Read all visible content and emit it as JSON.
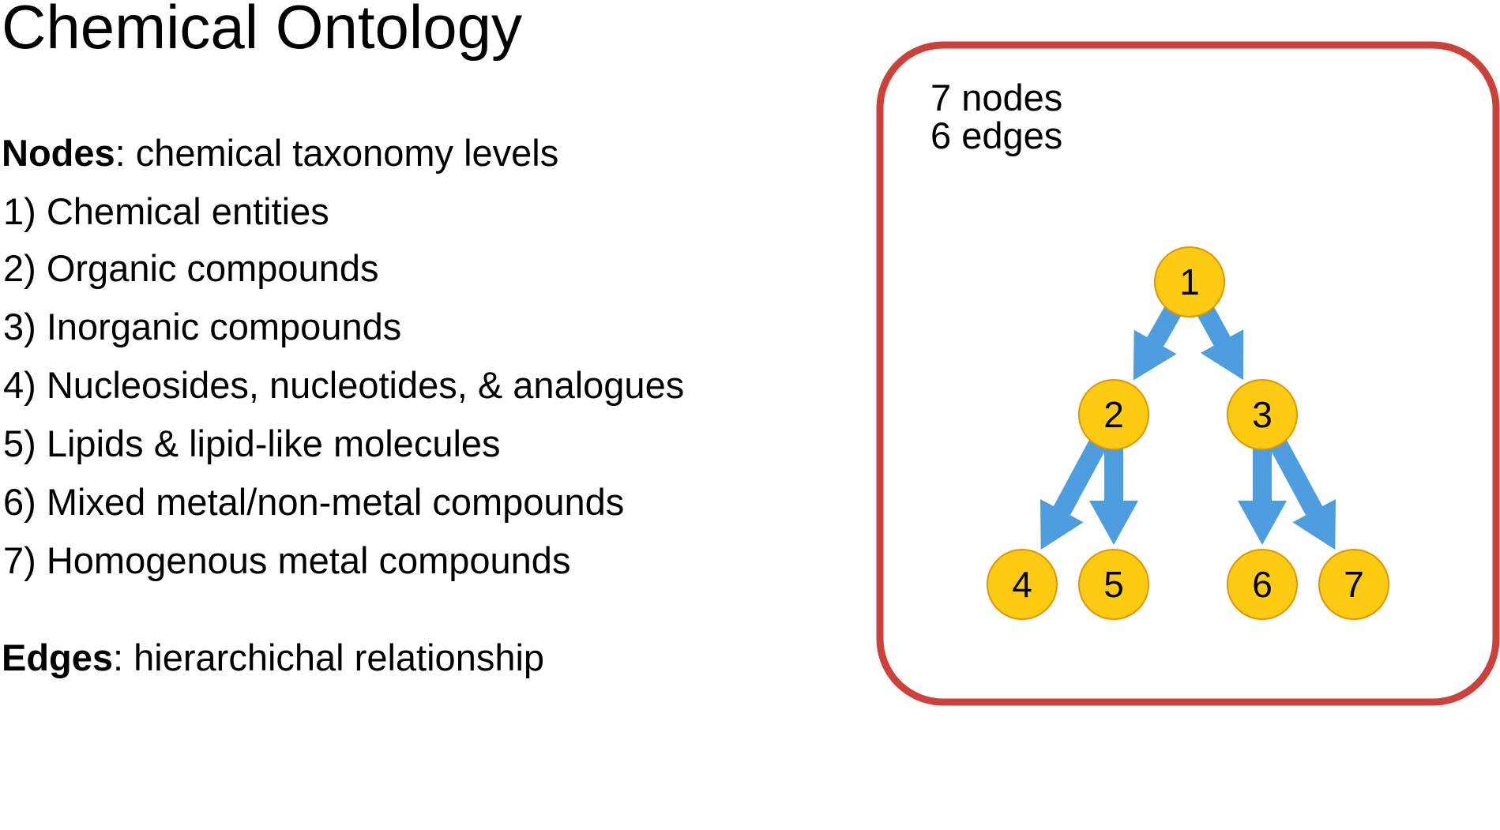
{
  "title": "Chemical Ontology",
  "nodes_section": {
    "heading": "Nodes",
    "description": ": chemical taxonomy levels",
    "levels": [
      "1) Chemical entities",
      "2) Organic compounds",
      "3) Inorganic compounds",
      "4) Nucleosides, nucleotides, & analogues",
      "5) Lipids & lipid-like molecules",
      "6) Mixed metal/non-metal compounds",
      "7) Homogenous metal compounds"
    ]
  },
  "edges_section": {
    "heading": "Edges",
    "description": ": hierarchichal relationship"
  },
  "graph": {
    "node_count_label": "7 nodes",
    "edge_count_label": "6 edges",
    "nodes": [
      {
        "id": "1",
        "label": "1"
      },
      {
        "id": "2",
        "label": "2"
      },
      {
        "id": "3",
        "label": "3"
      },
      {
        "id": "4",
        "label": "4"
      },
      {
        "id": "5",
        "label": "5"
      },
      {
        "id": "6",
        "label": "6"
      },
      {
        "id": "7",
        "label": "7"
      }
    ],
    "edges": [
      {
        "from": "1",
        "to": "2"
      },
      {
        "from": "1",
        "to": "3"
      },
      {
        "from": "2",
        "to": "4"
      },
      {
        "from": "2",
        "to": "5"
      },
      {
        "from": "3",
        "to": "6"
      },
      {
        "from": "3",
        "to": "7"
      }
    ]
  },
  "colors": {
    "frame": "#cc4139",
    "node_fill": "#fdcb12",
    "node_stroke": "#e59400",
    "edge": "#4e9ddf"
  }
}
